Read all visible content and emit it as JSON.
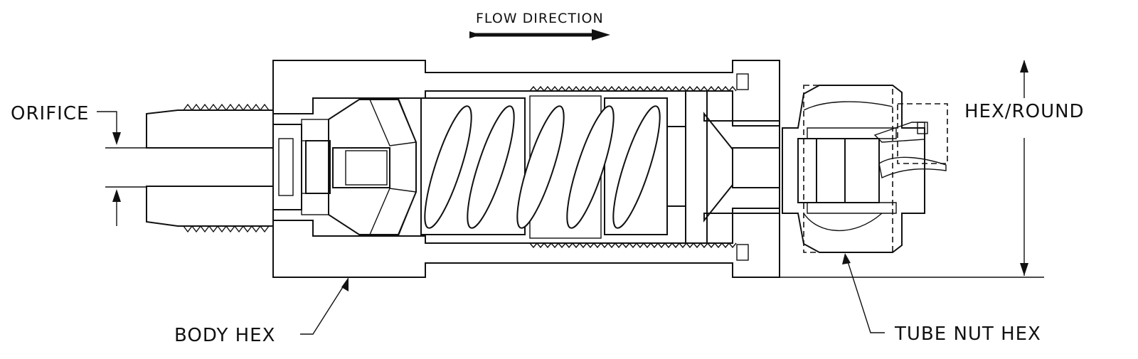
{
  "labels": {
    "flow_direction": "FLOW DIRECTION",
    "orifice": "ORIFICE",
    "hex_round": "HEX/ROUND",
    "body_hex": "BODY HEX",
    "tube_nut_hex": "TUBE NUT HEX"
  },
  "colors": {
    "line": "#111111",
    "background": "#ffffff",
    "seal_fill": "#bdbdbd"
  }
}
